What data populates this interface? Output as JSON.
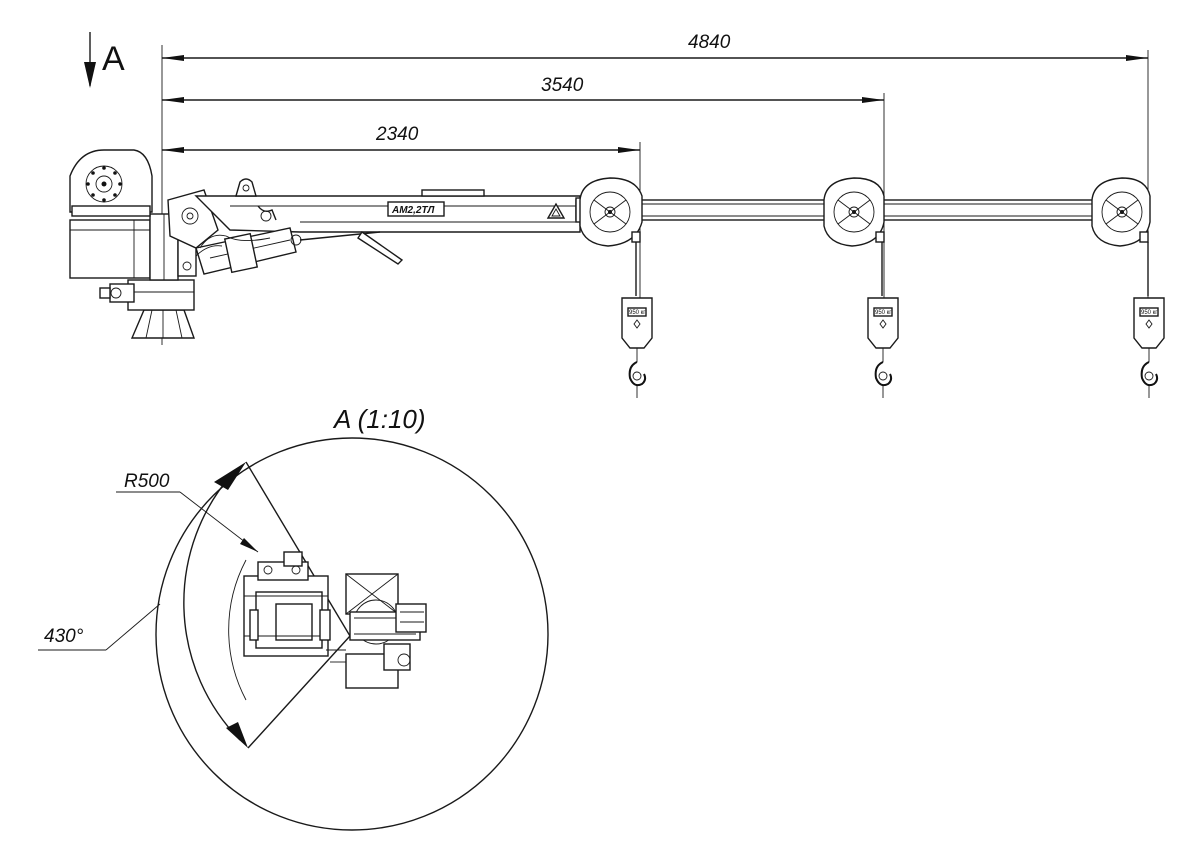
{
  "view_marker": {
    "letter": "A"
  },
  "dimensions": {
    "d1": "4840",
    "d2": "3540",
    "d3": "2340"
  },
  "boom_label": "АМ2,2ТЛ",
  "hoist_plate_label": "950 кг",
  "view_title": "A (1:10)",
  "radius_label": "R500",
  "angle_label": "430°"
}
